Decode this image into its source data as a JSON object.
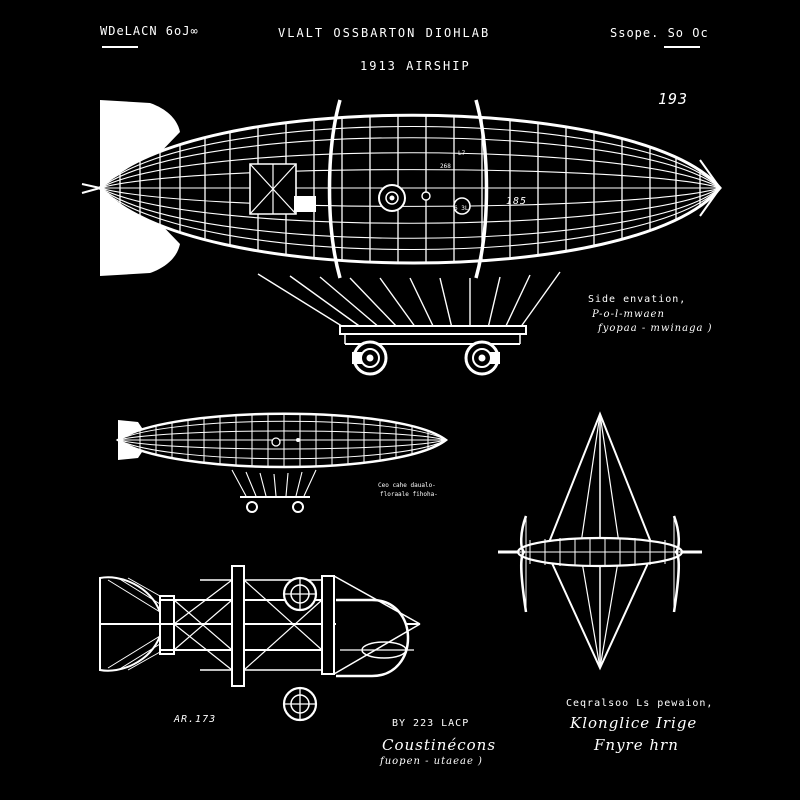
{
  "header": {
    "left_text": "WDeLACN 6oJ∞",
    "center_text": "VLALT OSSBARTON DIOHLAB",
    "right_text": "Ssope. So Oc",
    "title": "1913 AIRSHIP"
  },
  "figure_number": "193",
  "side_view": {
    "dim_labels": [
      "L7",
      "268",
      "6 3L",
      "185"
    ],
    "caption_line1": "Side envation,",
    "caption_line2": "P-o-l-mwaen",
    "caption_line3": "fyopaa - mwinaga )"
  },
  "small_view": {
    "caption_line1": "Ceo cahe daualo-",
    "caption_line2": "floraale fihoha-"
  },
  "bottom_left": {
    "ref_label": "AR.173",
    "signature_title": "BY 223 LACP",
    "signature_script": "Coustinécons",
    "signature_line": "fuopen - utaeae )"
  },
  "bottom_right": {
    "caption": "Ceqralsoo Ls pewaion,",
    "signature_line1": "Klonglice Irige",
    "signature_line2": "Fnyre hrn"
  },
  "colors": {
    "background": "#000000",
    "ink": "#ffffff"
  }
}
